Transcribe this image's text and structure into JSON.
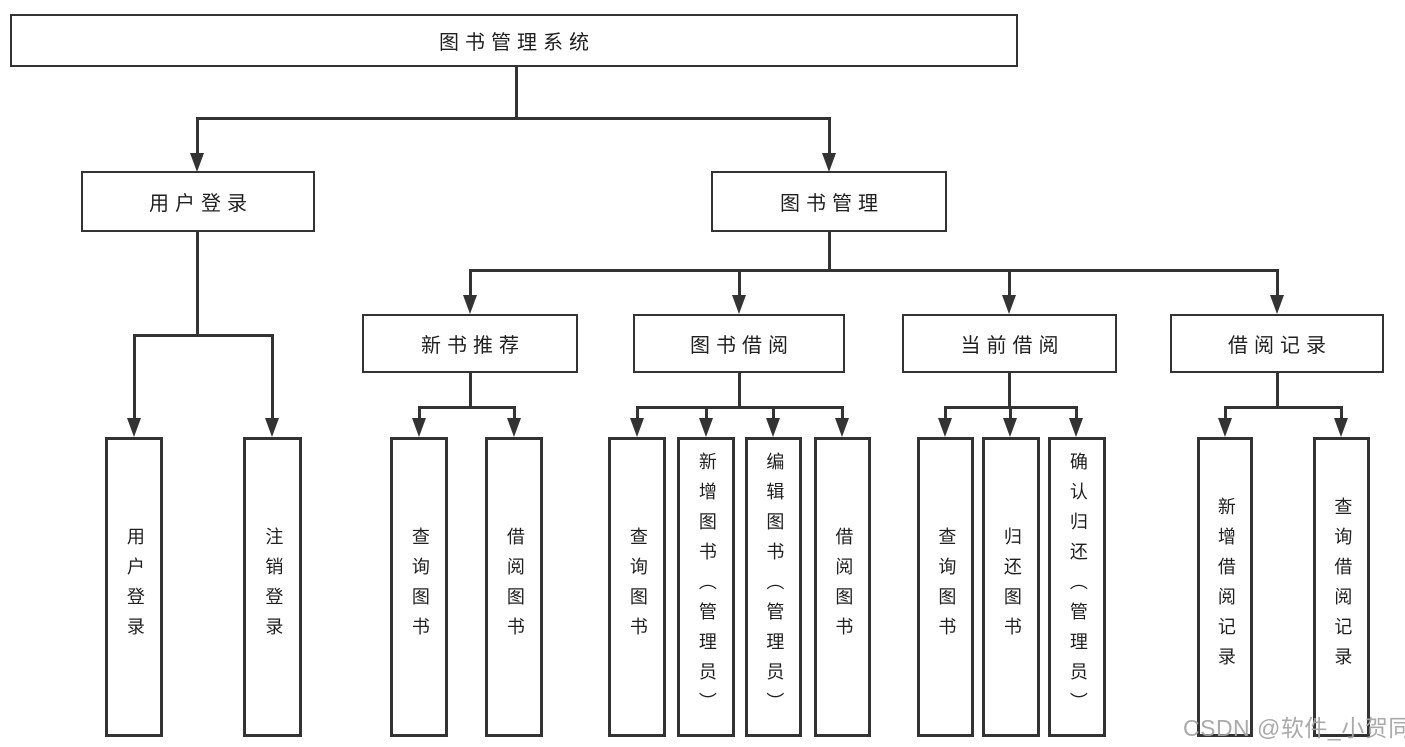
{
  "diagram": {
    "root": "图书管理系统",
    "level2": [
      "用户登录",
      "图书管理"
    ],
    "level3": [
      "新书推荐",
      "图书借阅",
      "当前借阅",
      "借阅记录"
    ],
    "leaves": {
      "user_login": [
        "用户登录",
        "注销登录"
      ],
      "new_book": [
        "查询图书",
        "借阅图书"
      ],
      "book_borrow": [
        "查询图书",
        "新增图书（管理员）",
        "编辑图书（管理员）",
        "借阅图书"
      ],
      "current_borrow": [
        "查询图书",
        "归还图书",
        "确认归还（管理员）"
      ],
      "records": [
        "新增借阅记录",
        "查询借阅记录"
      ]
    }
  },
  "watermark": "CSDN @软件_小贺同学",
  "colors": {
    "line": "#333333",
    "text": "#1f1f1f",
    "watermark": "#a8a8a8",
    "background": "#ffffff"
  }
}
